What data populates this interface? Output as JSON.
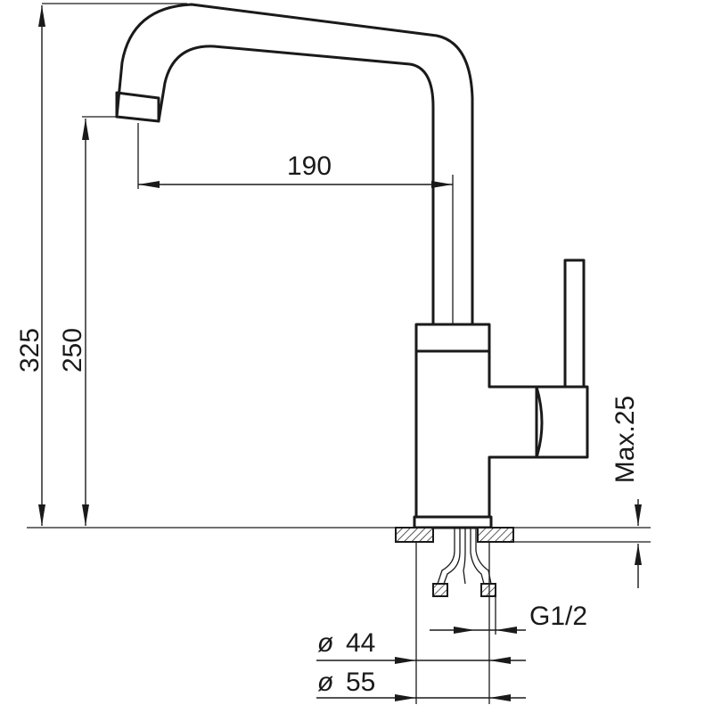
{
  "dimensions": {
    "overall_height": "325",
    "spout_height": "250",
    "reach": "190",
    "deck_thickness": "Max.25",
    "connection": "G1/2",
    "hole_diameter": "44",
    "base_diameter": "55",
    "diameter_symbol": "ø"
  }
}
